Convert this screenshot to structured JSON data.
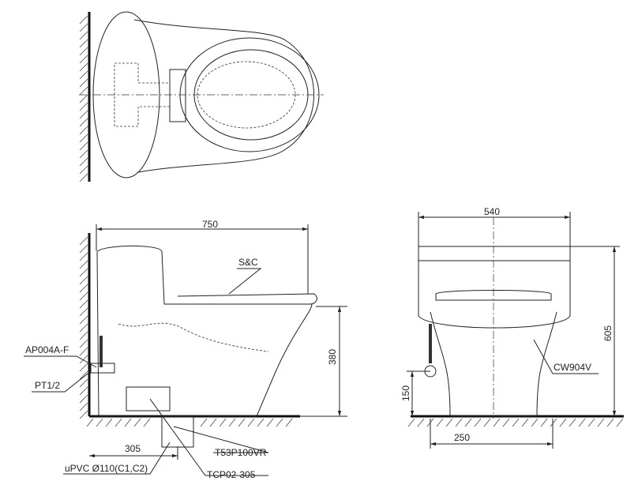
{
  "top_view": {},
  "side_view": {
    "width_dim": "750",
    "seat_label": "S&C",
    "valve_label": "AP004A-F",
    "thread_label": "PT1/2",
    "height_dim": "380",
    "rough_in_dim": "305",
    "pipe_label": "uPVC Ø110(C1,C2)",
    "flange_label": "T53P100VR",
    "adapter_label": "TCP02-305"
  },
  "front_view": {
    "width_dim": "540",
    "height_dim": "605",
    "seat_label": "CW904V",
    "supply_height_dim": "150",
    "base_width_dim": "250"
  }
}
